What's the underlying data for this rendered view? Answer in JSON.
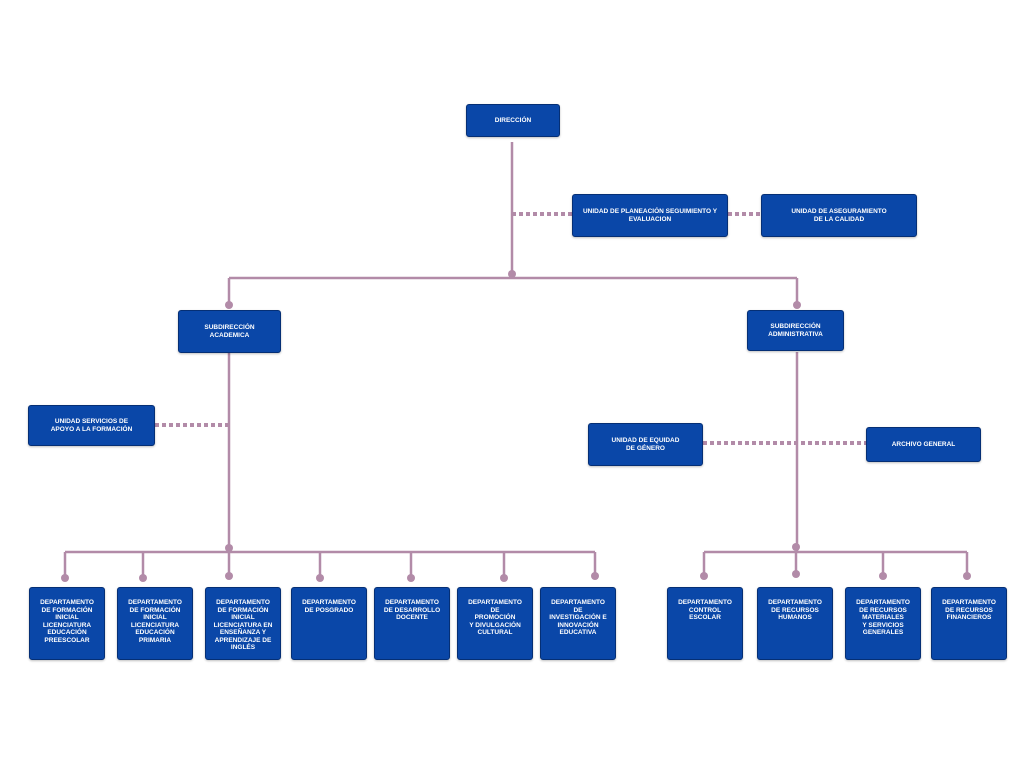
{
  "colors": {
    "box": "#0a47a8",
    "box_border": "#052f75",
    "line": "#b28ba8",
    "text": "#ffffff"
  },
  "direccion": "DIRECCIÓN",
  "unidad_planeacion": "UNIDAD DE PLANEACIÓN SEGUIMIENTO Y\nEVALUACION",
  "unidad_aseguramiento": "UNIDAD DE ASEGURAMIENTO\nDE LA CALIDAD",
  "subdireccion_academica": "SUBDIRECCIÓN\nACADEMICA",
  "subdireccion_administrativa": "SUBDIRECCIÓN\nADMINISTRATIVA",
  "unidad_servicios_apoyo": "UNIDAD SERVICIOS DE\nAPOYO A LA FORMACIÓN",
  "unidad_equidad_genero": "UNIDAD DE EQUIDAD\nDE GÉNERO",
  "archivo_general": "ARCHIVO GENERAL",
  "academic_departments": [
    "DEPARTAMENTO\nDE FORMACIÓN\nINICIAL\nLICENCIATURA\nEDUCACIÓN\nPREESCOLAR",
    "DEPARTAMENTO\nDE FORMACIÓN\nINICIAL\nLICENCIATURA\nEDUCACIÓN\nPRIMARIA",
    "DEPARTAMENTO\nDE FORMACIÓN\nINICIAL\nLICENCIATURA EN\nENSEÑANZA Y\nAPRENDIZAJE DE\nINGLÉS",
    "DEPARTAMENTO\nDE POSGRADO",
    "DEPARTAMENTO\nDE DESARROLLO\nDOCENTE",
    "DEPARTAMENTO DE\nPROMOCIÓN\nY DIVULGACIÓN\nCULTURAL",
    "DEPARTAMENTO DE\nINVESTIGACIÓN E\nINNOVACIÓN\nEDUCATIVA"
  ],
  "administrative_departments": [
    "DEPARTAMENTO\nCONTROL\nESCOLAR",
    "DEPARTAMENTO\nDE RECURSOS\nHUMANOS",
    "DEPARTAMENTO\nDE RECURSOS\nMATERIALES\nY SERVICIOS\nGENERALES",
    "DEPARTAMENTO\nDE RECURSOS\nFINANCIEROS"
  ]
}
